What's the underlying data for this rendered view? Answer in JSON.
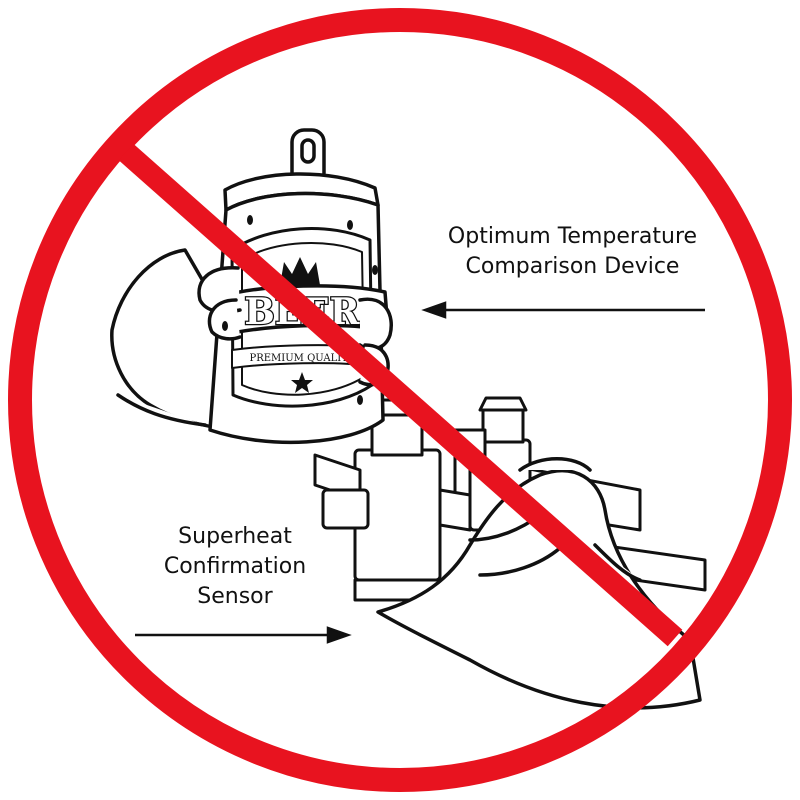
{
  "callouts": {
    "top": {
      "line1": "Optimum Temperature",
      "line2": "Comparison Device"
    },
    "bottom": {
      "line1": "Superheat",
      "line2": "Confirmation",
      "line3": "Sensor"
    }
  },
  "can": {
    "brand": "BEER",
    "tagline": "PREMIUM QUALITY",
    "crown_icon": "crown-icon",
    "star_icon": "star-icon"
  },
  "sign": {
    "type": "prohibition-sign",
    "ring_color": "#e8131f",
    "line_color": "#111111"
  }
}
